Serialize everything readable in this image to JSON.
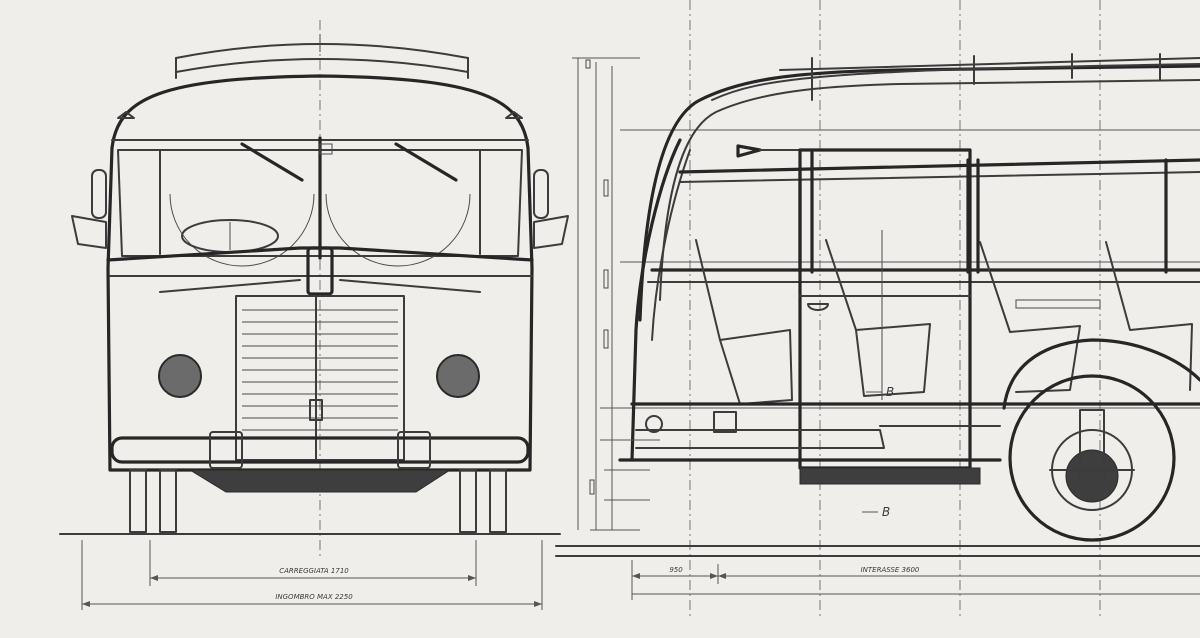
{
  "labels": {
    "track_width": "CARREGGIATA 1710",
    "overall_width": "INGOMBRO MAX 2250",
    "wheelbase": "INTERASSE 3600",
    "front_overhang": "950",
    "section_marker_upper": "B",
    "section_marker_lower": "B"
  },
  "colors": {
    "paper": "#efeeea",
    "ink": "#3c3c3c"
  }
}
